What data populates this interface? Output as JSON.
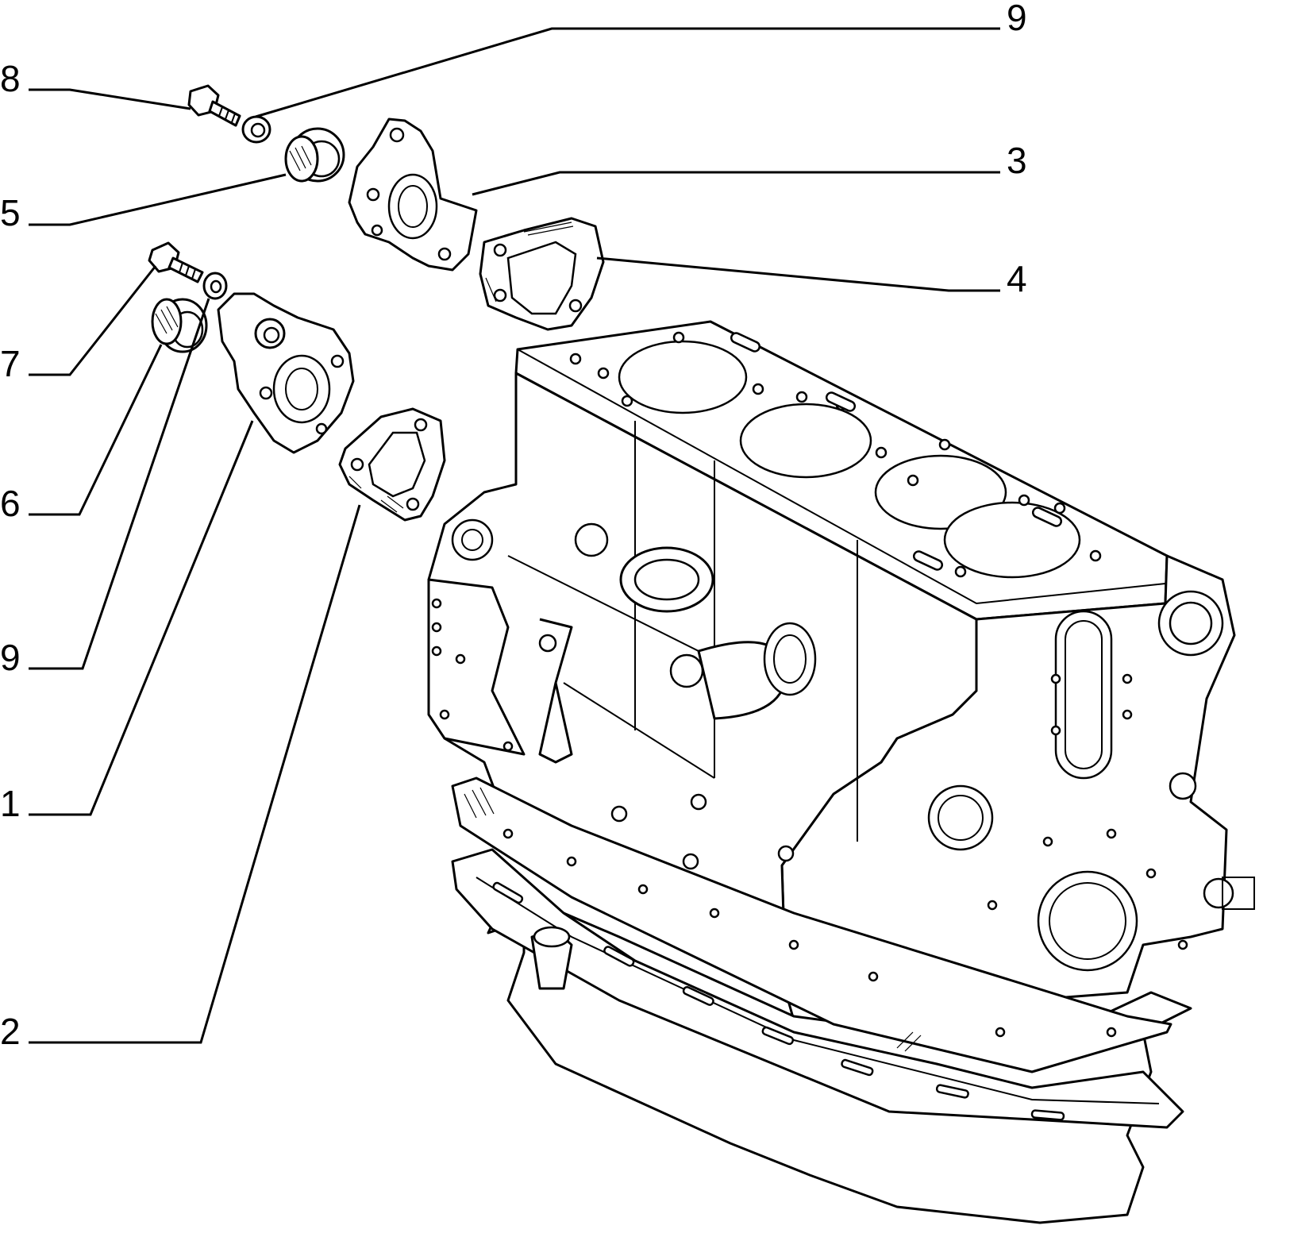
{
  "callouts": [
    {
      "id": "c9-top",
      "label": "9"
    },
    {
      "id": "c8",
      "label": "8"
    },
    {
      "id": "c5",
      "label": "5"
    },
    {
      "id": "c3",
      "label": "3"
    },
    {
      "id": "c4",
      "label": "4"
    },
    {
      "id": "c7",
      "label": "7"
    },
    {
      "id": "c6",
      "label": "6"
    },
    {
      "id": "c9-bottom",
      "label": "9"
    },
    {
      "id": "c1",
      "label": "1"
    },
    {
      "id": "c2",
      "label": "2"
    }
  ]
}
